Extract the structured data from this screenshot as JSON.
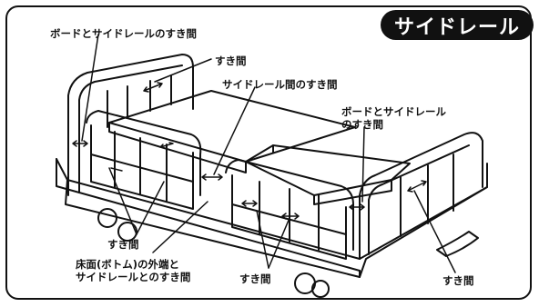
{
  "title": "サイドレール",
  "labels": {
    "board_sidrail_gap_top": "ボードとサイドレールのすき間",
    "gap_top": "すき間",
    "sidrail_between_gap": "サイドレール間のすき間",
    "board_sidrail_gap_right_line1": "ボードとサイドレール",
    "board_sidrail_gap_right_line2": "のすき間",
    "gap_left": "すき間",
    "floor_edge_line1": "床面(ボトム)の外端と",
    "floor_edge_line2": "サイドレールとのすき間",
    "gap_bottom_mid": "すき間",
    "gap_bottom_right": "すき間"
  }
}
